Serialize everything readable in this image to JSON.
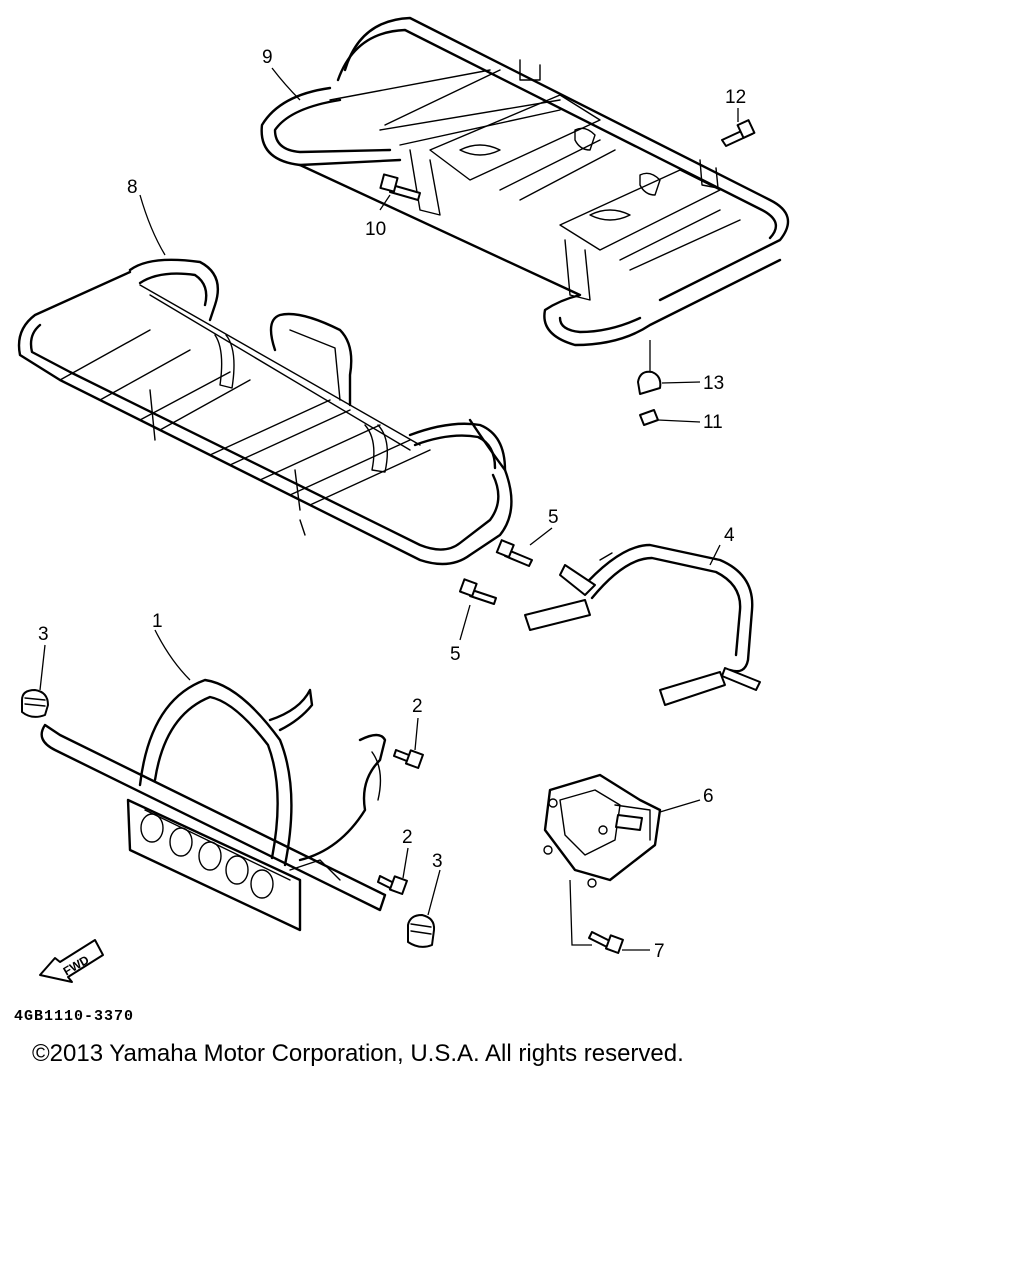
{
  "diagram": {
    "callouts": {
      "c1": "1",
      "c2a": "2",
      "c2b": "2",
      "c3a": "3",
      "c3b": "3",
      "c4": "4",
      "c5a": "5",
      "c5b": "5",
      "c6": "6",
      "c7": "7",
      "c8": "8",
      "c9": "9",
      "c10": "10",
      "c11": "11",
      "c12": "12",
      "c13": "13"
    },
    "fwd_label": "FWD",
    "drawing_code": "4GB1110-3370"
  },
  "footer": {
    "copyright": "©2013 Yamaha Motor Corporation, U.S.A. All rights reserved."
  }
}
